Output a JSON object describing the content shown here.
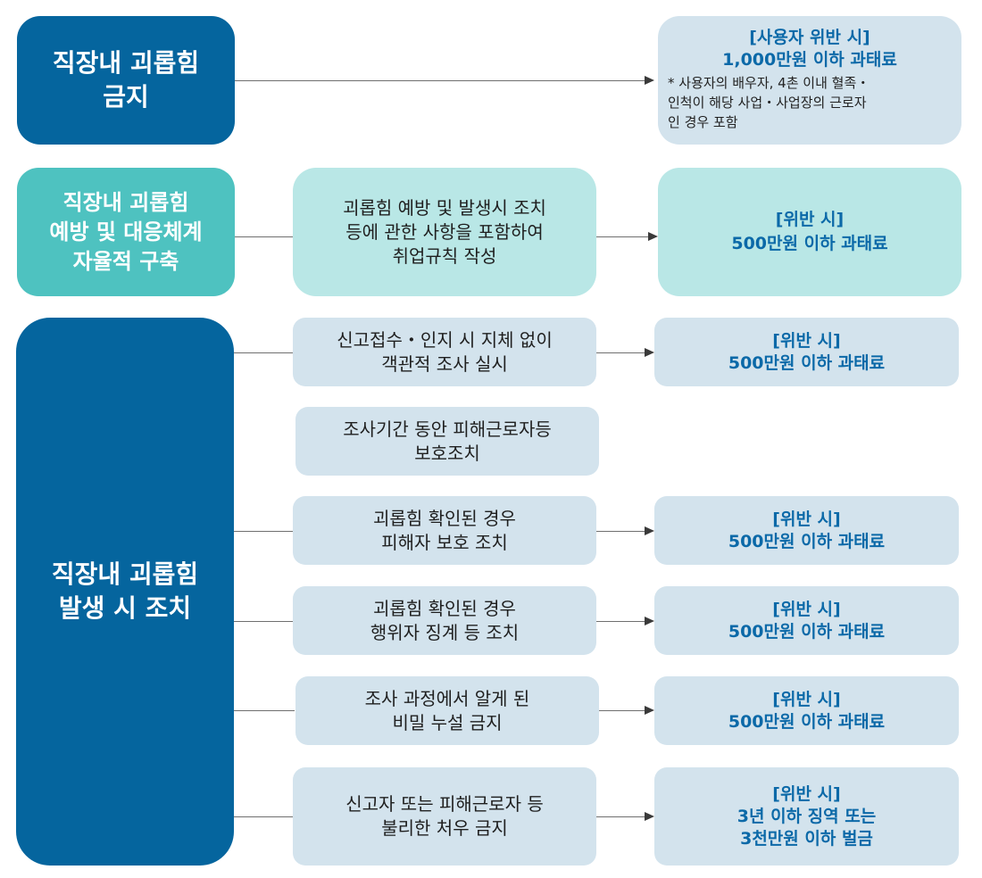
{
  "categories": {
    "prohibition": [
      "직장내 괴롭힘",
      "금지"
    ],
    "prevention": [
      "직장내 괴롭힘",
      "예방 및 대응체계",
      "자율적 구축"
    ],
    "measures": [
      "직장내 괴롭힘",
      "발생 시 조치"
    ]
  },
  "prohibition_penalty": {
    "heading": [
      "[사용자 위반 시]",
      "1,000만원 이하 과태료"
    ],
    "note": [
      "* 사용자의 배우자, 4촌 이내 혈족・",
      "인척이 해당 사업・사업장의 근로자",
      "인 경우 포함"
    ]
  },
  "prevention_action": [
    "괴롭힘 예방 및 발생시 조치",
    "등에 관한 사항을 포함하여",
    "취업규칙 작성"
  ],
  "prevention_penalty": [
    "[위반 시]",
    "500만원 이하 과태료"
  ],
  "actions": [
    {
      "lines": [
        "신고접수・인지 시 지체 없이",
        "객관적 조사 실시"
      ],
      "penalty": [
        "[위반 시]",
        "500만원 이하 과태료"
      ]
    },
    {
      "lines": [
        "조사기간 동안 피해근로자등",
        "보호조치"
      ]
    },
    {
      "lines": [
        "괴롭힘 확인된 경우",
        "피해자 보호 조치"
      ],
      "penalty": [
        "[위반 시]",
        "500만원 이하 과태료"
      ]
    },
    {
      "lines": [
        "괴롭힘 확인된 경우",
        "행위자 징계 등 조치"
      ],
      "penalty": [
        "[위반 시]",
        "500만원 이하 과태료"
      ]
    },
    {
      "lines": [
        "조사 과정에서 알게 된",
        "비밀 누설 금지"
      ],
      "penalty": [
        "[위반 시]",
        "500만원 이하 과태료"
      ]
    },
    {
      "lines": [
        "신고자 또는 피해근로자 등",
        "불리한 처우 금지"
      ],
      "penalty": [
        "[위반 시]",
        "3년 이하 징역 또는",
        "3천만원 이하 벌금"
      ]
    }
  ],
  "colors": {
    "dark_blue": "#05659e",
    "teal": "#4ec2c0",
    "light_blue": "#d3e3ed",
    "light_teal": "#b9e7e6",
    "penalty_text": "#0b69a8"
  }
}
